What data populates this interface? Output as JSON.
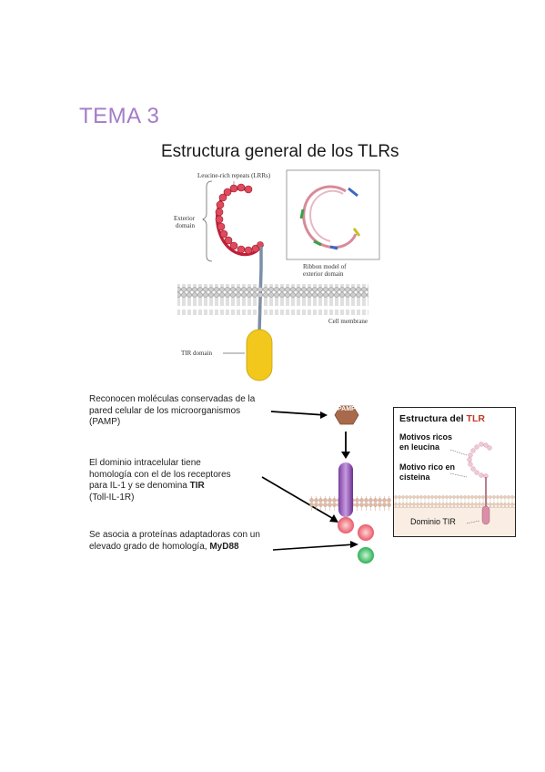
{
  "heading": "TEMA 3",
  "slide_title": "Estructura general de los TLRs",
  "figure": {
    "lrr_label": "Leucine-rich repeats (LRRs)",
    "exterior_label": [
      "Exterior",
      "domain"
    ],
    "ribbon_label": [
      "Ribbon model of",
      "exterior domain"
    ],
    "membrane_label": "Cell membrane",
    "tir_label": "TIR domain"
  },
  "pamp_label": "PAMP",
  "text1": [
    "Reconocen moléculas conservadas de la",
    "pared celular de los microorganismos",
    "(PAMP)"
  ],
  "text2": [
    "El dominio intracelular tiene",
    "homología con el de los receptores",
    "para IL-1 y se denomina ",
    "TIR",
    "(Toll-IL-1R)"
  ],
  "text3": [
    "Se asocia a proteínas adaptadoras con un",
    "elevado grado de homología, ",
    "MyD88"
  ],
  "box": {
    "title_prefix": "Estructura del ",
    "title_accent": "TLR",
    "leucine": [
      "Motivos ricos",
      "en leucina"
    ],
    "cysteine": [
      "Motivo rico en",
      "cisteina"
    ],
    "tir": "Dominio TIR"
  },
  "colors": {
    "heading": "#a47cc6",
    "lrr": "#c0203a",
    "tir": "#f2c81c",
    "pamp": "#a86a4a",
    "accent": "#c0392b"
  }
}
